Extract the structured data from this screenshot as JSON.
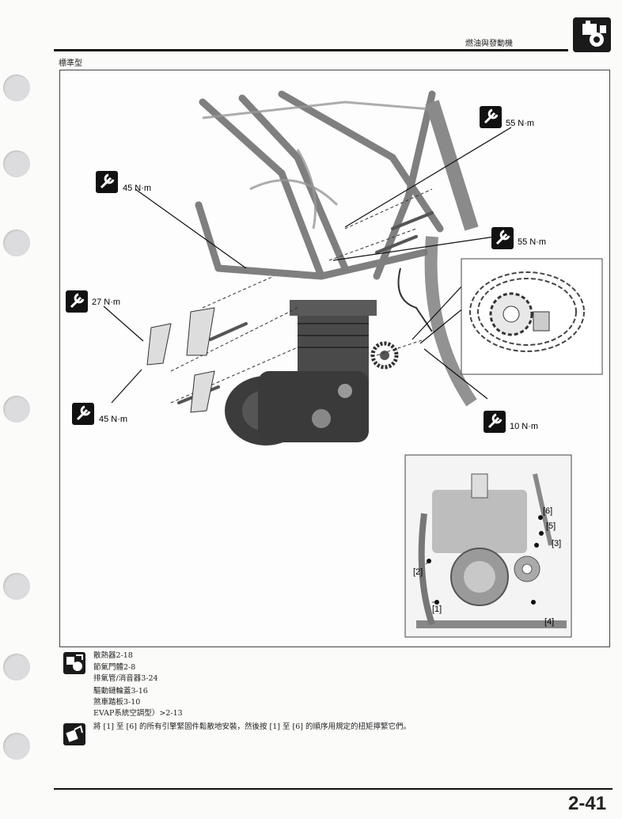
{
  "header": {
    "title": "燃油與發動機"
  },
  "variant_label": "標準型",
  "torque_specs": [
    {
      "id": "t1",
      "value": "55 N·m"
    },
    {
      "id": "t2",
      "value": "45 N·m"
    },
    {
      "id": "t3",
      "value": "55 N·m"
    },
    {
      "id": "t4",
      "value": "27 N·m"
    },
    {
      "id": "t5",
      "value": "45 N·m"
    },
    {
      "id": "t6",
      "value": "10 N·m"
    }
  ],
  "inset_labels": [
    "[6]",
    "[5]",
    "[3]",
    "[2]",
    "[1]",
    "[4]"
  ],
  "references": [
    "散熱器2-18",
    "節氣門體2-8",
    "排氣管/消音器3-24",
    "驅動鏈輪蓋3-16",
    "煞車踏板3-10",
    "EVAP系統空調型）>2-13"
  ],
  "note": "將 [1] 至 [6] 的所有引擎緊固件鬆散地安裝，然後按 [1] 至 [6] 的順序用規定的扭矩擰緊它們。",
  "page_number": "2-41"
}
